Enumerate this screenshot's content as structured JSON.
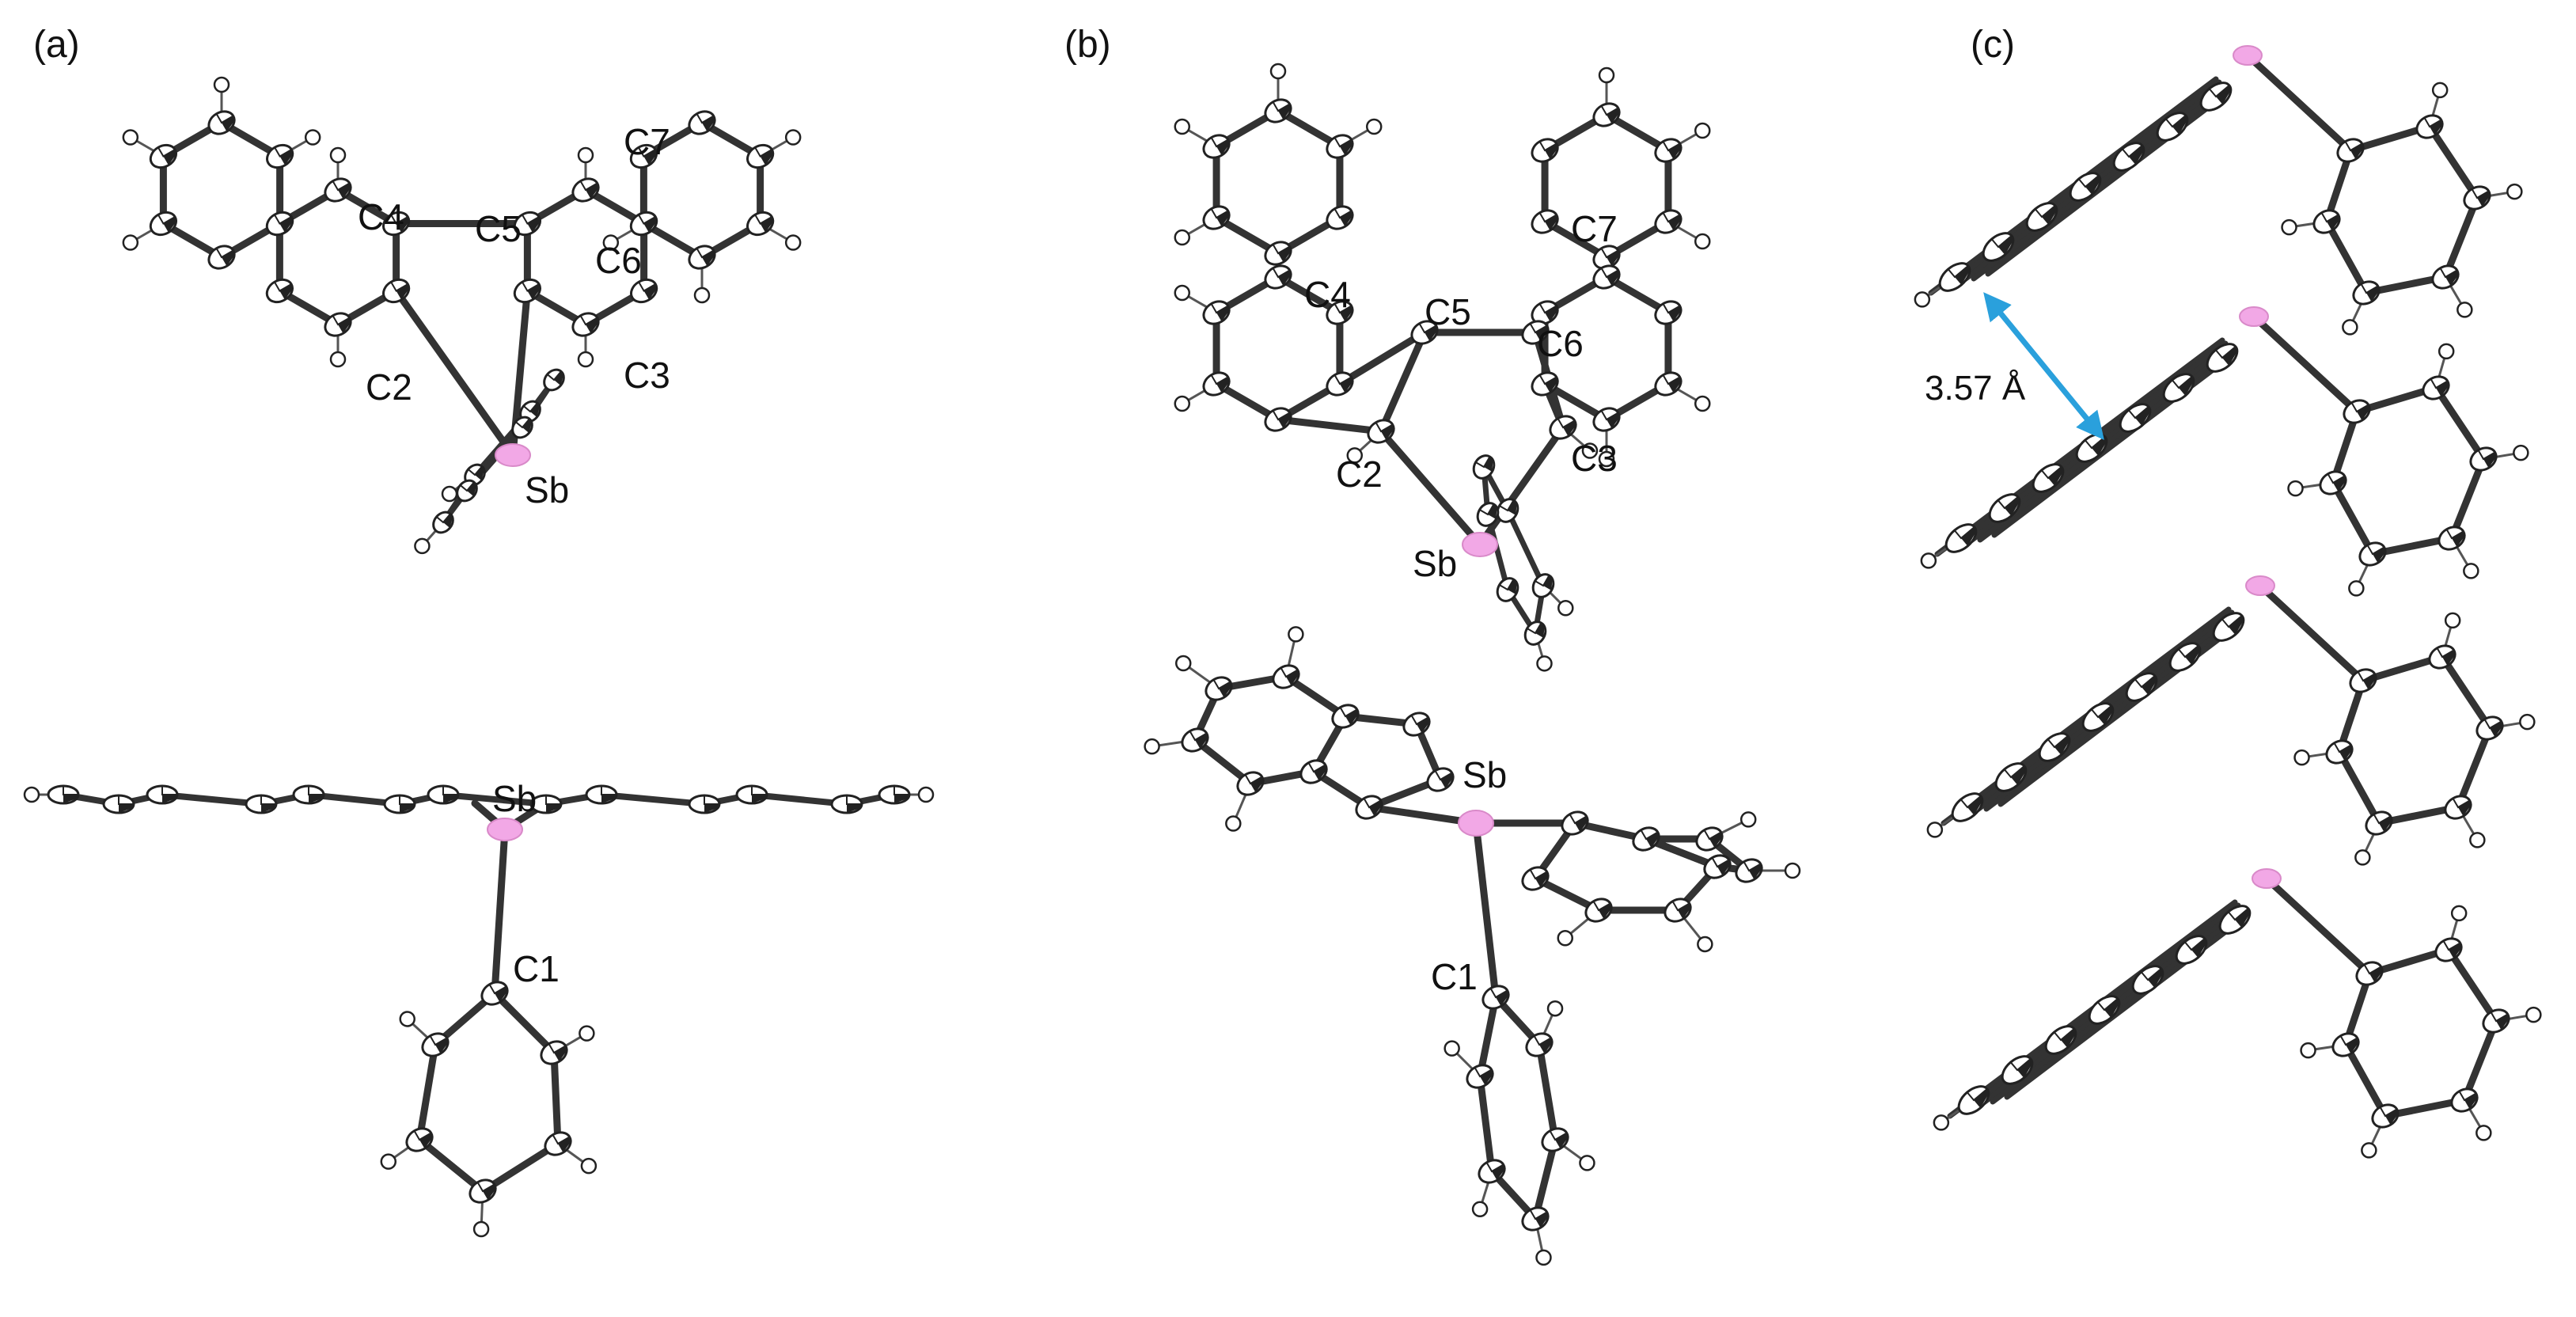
{
  "panels": [
    {
      "id": "a",
      "label": "(a)"
    },
    {
      "id": "b",
      "label": "(b)"
    },
    {
      "id": "c",
      "label": "(c)"
    }
  ],
  "atom_labels": {
    "a_top": [
      "C4",
      "C5",
      "C7",
      "C6",
      "C2",
      "C3",
      "Sb"
    ],
    "a_bottom": [
      "Sb",
      "C1"
    ],
    "b_top": [
      "C7",
      "C4",
      "C5",
      "C6",
      "C2",
      "C3",
      "Sb"
    ],
    "b_bottom": [
      "Sb",
      "C1"
    ]
  },
  "packing": {
    "distance_label": "3.57 Å",
    "stack_count": 4
  },
  "colors": {
    "bond": "#333333",
    "atom_outline": "#222222",
    "antimony": "#f2a8e6",
    "distance_arrow": "#2aa0dc",
    "background": "#ffffff"
  }
}
